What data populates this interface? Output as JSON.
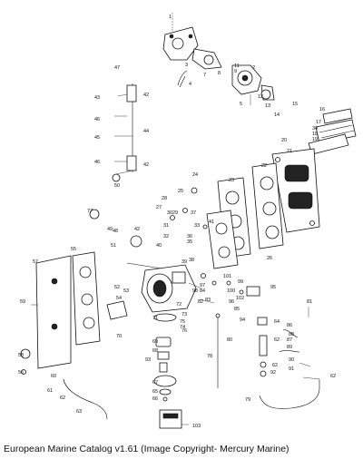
{
  "caption": "European Marine Catalog v1.61 (Image Copyright- Mercury Marine)",
  "callouts": {
    "c1": "1",
    "c2": "2",
    "c3": "3",
    "c4": "4",
    "c5": "5",
    "c7": "7",
    "c8": "8",
    "c9": "9",
    "c11": "11",
    "c12": "12",
    "c13": "13",
    "c14": "14",
    "c15": "15",
    "c16": "16",
    "c17": "17",
    "c18": "18",
    "c19": "19",
    "c20": "20",
    "c21": "21",
    "c22": "22",
    "c23": "23",
    "c24": "24",
    "c25": "25",
    "c26": "26",
    "c27": "27",
    "c28": "28",
    "c29": "29",
    "c30": "30",
    "c31": "31",
    "c32": "32",
    "c33": "33",
    "c34": "34",
    "c35": "35",
    "c36": "36",
    "c37": "37",
    "c38": "38",
    "c39": "39",
    "c40": "40",
    "c41": "41",
    "c42": "42",
    "c43": "43",
    "c44": "44",
    "c45": "45",
    "c46": "46",
    "c47": "47",
    "c48": "48",
    "c49": "49",
    "c50": "50",
    "c51": "51",
    "c52": "52",
    "c53": "53",
    "c54": "54",
    "c55": "55",
    "c56": "56",
    "c57": "57",
    "c58": "58",
    "c59": "59",
    "c60": "60",
    "c61": "61",
    "c62": "62",
    "c63": "63",
    "c64": "64",
    "c65": "65",
    "c66": "66",
    "c67": "67",
    "c68": "68",
    "c69": "69",
    "c70": "70",
    "c71": "71",
    "c72": "72",
    "c73": "73",
    "c74": "74",
    "c75": "75",
    "c76": "76",
    "c77": "77",
    "c78": "78",
    "c79": "79",
    "c80": "80",
    "c81": "81",
    "c82": "82",
    "c83": "83",
    "c84": "84",
    "c85": "85",
    "c86": "86",
    "c87": "87",
    "c88": "88",
    "c89": "89",
    "c90": "90",
    "c91": "91",
    "c92": "92",
    "c93": "93",
    "c94": "94",
    "c95": "95",
    "c96": "96",
    "c97": "97",
    "c98": "98",
    "c99": "99",
    "c100": "100",
    "c101": "101",
    "c102": "102",
    "c103": "103"
  }
}
